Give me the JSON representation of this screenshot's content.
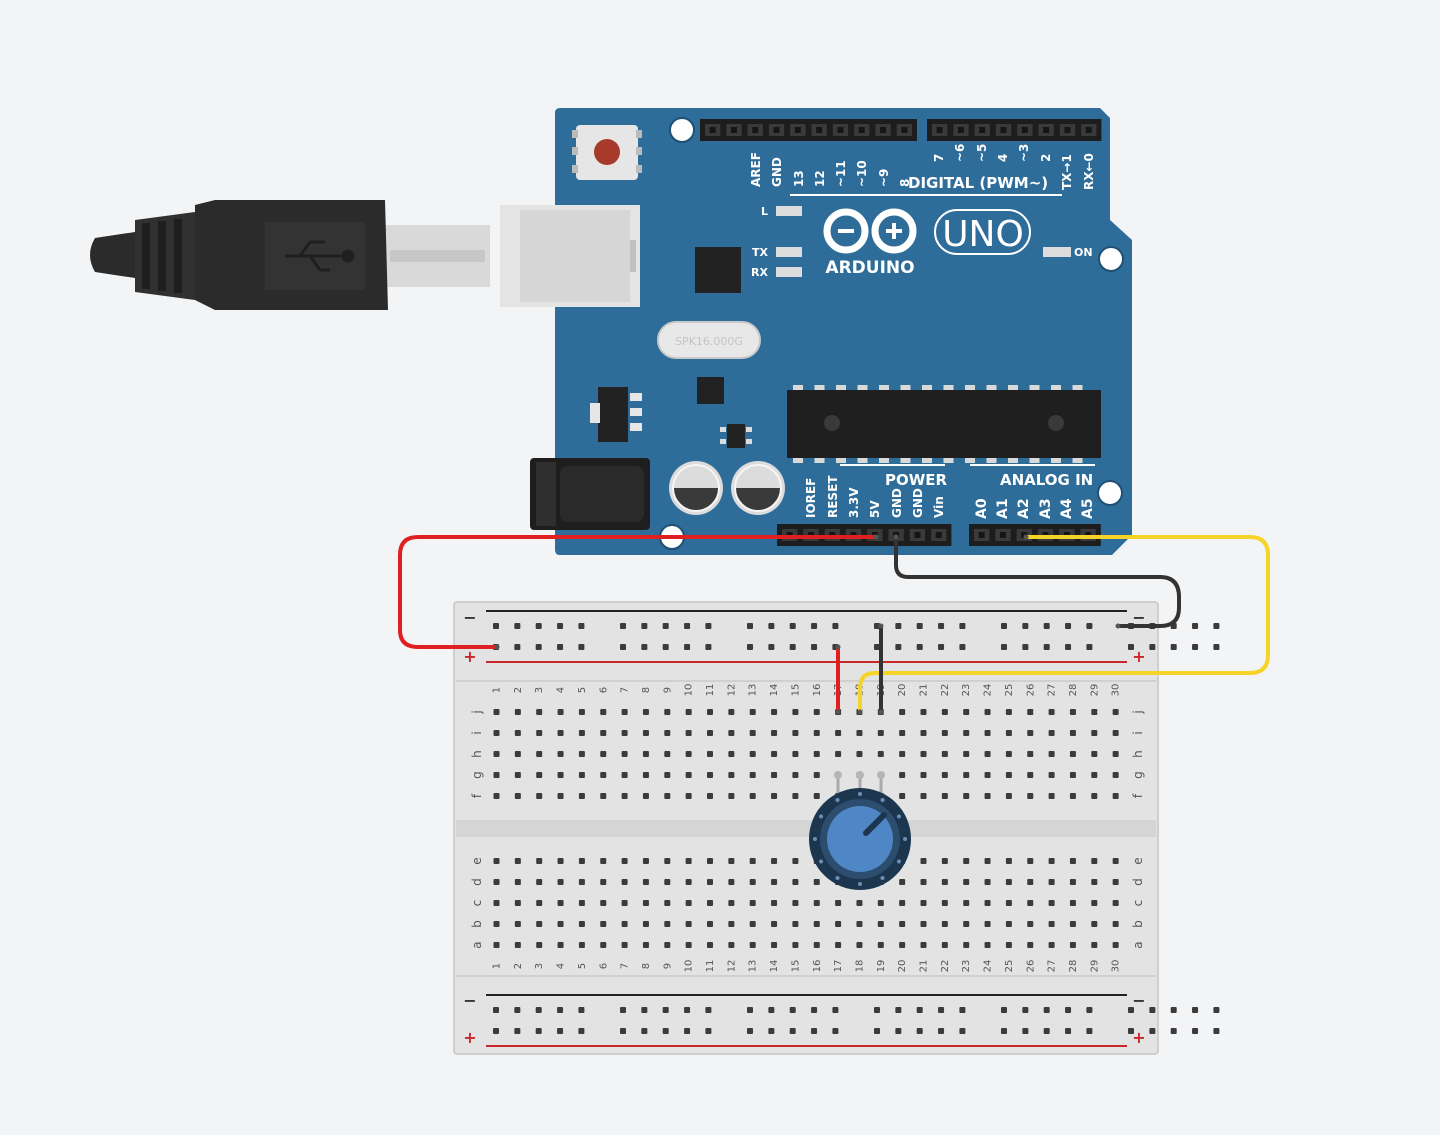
{
  "board": {
    "brand": "ARDUINO",
    "model": "UNO",
    "crystal": "SPK16.000G",
    "digital_header": "DIGITAL (PWM~)",
    "power_header": "POWER",
    "analog_header": "ANALOG IN",
    "led_labels": {
      "l": "L",
      "tx": "TX",
      "rx": "RX",
      "on": "ON"
    },
    "digital_pins": [
      "AREF",
      "GND",
      "13",
      "12",
      "~11",
      "~10",
      "~9",
      "8",
      "7",
      "~6",
      "~5",
      "4",
      "~3",
      "2",
      "TX→1",
      "RX←0"
    ],
    "power_pins": [
      "IOREF",
      "RESET",
      "3.3V",
      "5V",
      "GND",
      "GND",
      "Vin"
    ],
    "analog_pins": [
      "A0",
      "A1",
      "A2",
      "A3",
      "A4",
      "A5"
    ]
  },
  "breadboard": {
    "columns": 30,
    "top_rows": [
      "j",
      "i",
      "h",
      "g",
      "f"
    ],
    "bottom_rows": [
      "e",
      "d",
      "c",
      "b",
      "a"
    ],
    "rail_minus": "−",
    "rail_plus": "+"
  },
  "wires": [
    {
      "name": "5V to + rail",
      "color": "#e02020"
    },
    {
      "name": "GND to − rail",
      "color": "#333333"
    },
    {
      "name": "A2 to pot wiper",
      "color": "#f5d327"
    },
    {
      "name": "+ rail to row 17",
      "color": "#e02020"
    },
    {
      "name": "− rail to row 19",
      "color": "#333333"
    }
  ],
  "component": {
    "type": "potentiometer",
    "knob_color": "#4f86c6"
  },
  "colors": {
    "board": "#2e6d9a",
    "background": "#f3f4f6"
  }
}
